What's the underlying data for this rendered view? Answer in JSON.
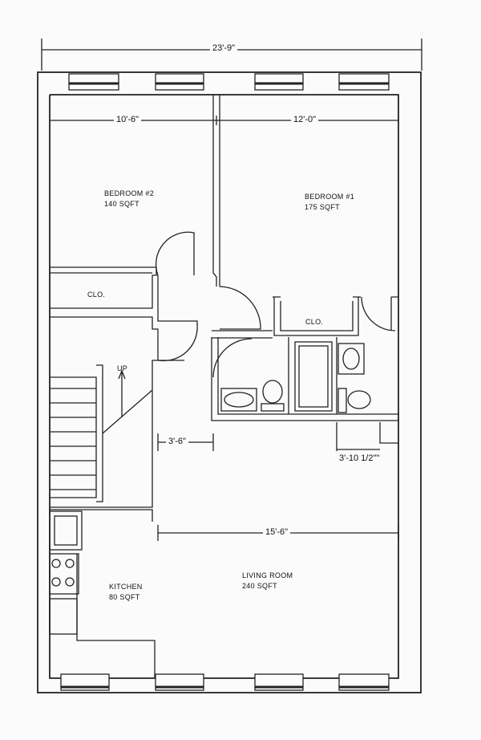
{
  "plan": {
    "dimensions": {
      "overall_width": "23'-9\"",
      "bedroom2_width": "10'-6\"",
      "bedroom1_width": "12'-0\"",
      "hall_width": "3'-6\"",
      "bath_offset": "3'-10 1/2\"\"",
      "living_width": "15'-6\""
    },
    "rooms": {
      "bedroom2": {
        "name": "BEDROOM #2",
        "area": "140 SQFT"
      },
      "bedroom1": {
        "name": "BEDROOM #1",
        "area": "175 SQFT"
      },
      "kitchen": {
        "name": "KITCHEN",
        "area": "80 SQFT"
      },
      "living": {
        "name": "LIVING ROOM",
        "area": "240 SQFT"
      }
    },
    "closet_label": "CLO.",
    "stair_label": "UP"
  }
}
